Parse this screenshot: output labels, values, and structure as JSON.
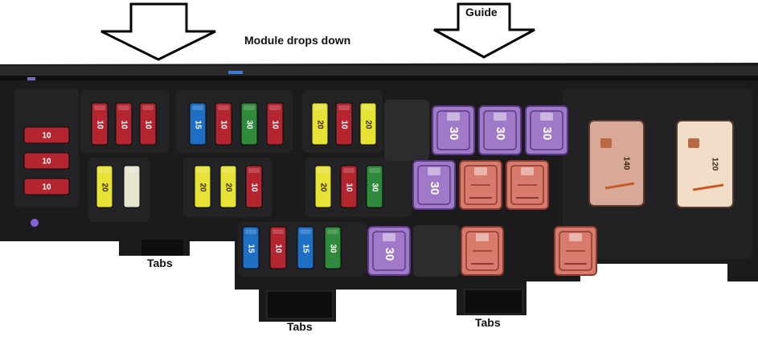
{
  "annotations": {
    "module_label": "Module drops down",
    "guide_label": "Guide",
    "tabs_left": "Tabs",
    "tabs_center": "Tabs",
    "tabs_right": "Tabs"
  },
  "fuse_colors": {
    "red": "#b32630",
    "blue": "#1e6fc4",
    "green": "#2f8a3c",
    "yellow": "#e6e236",
    "clear": "#e8e4d2",
    "purple": "#a07ac8",
    "pink": "#d87a6c",
    "relay_left": "#d8a898",
    "relay_right": "#f2ddc8",
    "housing": "#1b1b1d"
  },
  "fuses": {
    "left_column": [
      "10",
      "10",
      "10"
    ],
    "top_group_1": [
      "10",
      "10",
      "10"
    ],
    "top_group_2": [
      "15",
      "10",
      "30",
      "10"
    ],
    "top_group_3": [
      "20",
      "10",
      "20"
    ],
    "middle_left": [
      "20",
      ""
    ],
    "middle_center": [
      "20",
      "20",
      "10"
    ],
    "middle_right": [
      "20",
      "10",
      "30"
    ],
    "bottom_row": [
      "15",
      "10",
      "15",
      "30"
    ]
  },
  "cartridge_fuses": {
    "top_row": [
      "30",
      "30",
      "30"
    ],
    "middle_row": [
      "30",
      "",
      ""
    ],
    "bottom_row": [
      "30",
      "",
      ""
    ]
  },
  "relays": {
    "left": "140",
    "right": "120"
  }
}
